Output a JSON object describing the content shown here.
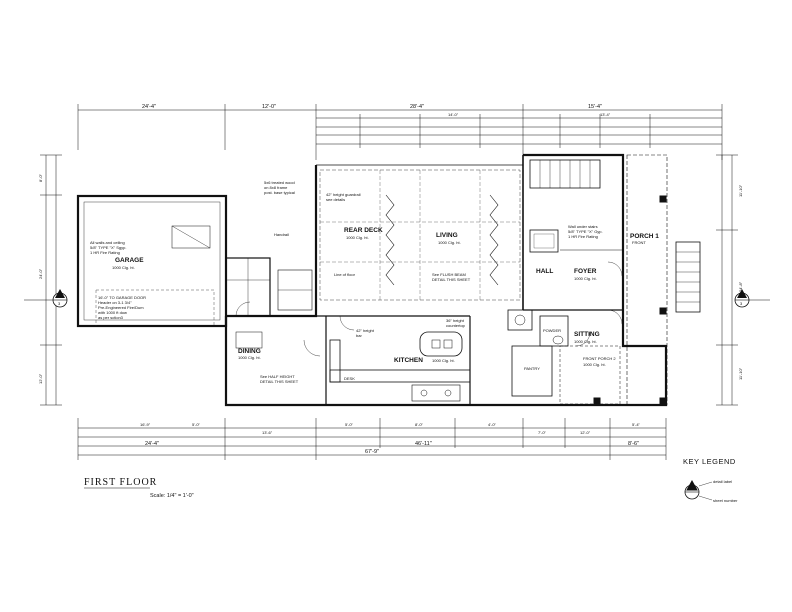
{
  "drawing": {
    "title": "FIRST FLOOR",
    "scale": "Scale: 1/4\" = 1'-0\"",
    "key_legend": "KEY LEGEND",
    "legend_detail": "detail label",
    "legend_sheet": "sheet number"
  },
  "rooms": {
    "garage": "GARAGE",
    "garage_area": "1000 Clg. ht.",
    "rear_deck": "REAR DECK",
    "rear_deck_area": "1000 Clg. ht.",
    "living": "LIVING",
    "living_area": "1000 Clg. ht.",
    "hall": "HALL",
    "foyer": "FOYER",
    "foyer_area": "1000 Clg. ht.",
    "dining": "DINING",
    "dining_area": "1000 Clg. ht.",
    "kitchen": "KITCHEN",
    "kitchen_area": "1000 Clg. ht.",
    "sitting": "SITTING",
    "sitting_area": "1000 Clg. ht.",
    "powder": "POWDER",
    "porch1": "PORCH 1",
    "porch1_sub": "FRONT",
    "porch2": "FRONT PORCH 2",
    "porch2_area": "1000 Clg. ht.",
    "pantry": "PANTRY",
    "desk": "DESK"
  },
  "notes": {
    "garage_door": "16'-0\" TO GARAGE DOOR",
    "garage_door_2": "Header on 3-1 3/4\"",
    "garage_door_3": "Pre-Engineered Fire/Dum",
    "garage_door_4": "with 1000 ft dow",
    "garage_door_5": "as per sction3",
    "garage_walls": "All walls and ceiling",
    "garage_walls_2": "5/8\" TYPE \"X\" Sgyp.",
    "garage_walls_3": "1 HR Fire Rating",
    "treated_wood": "5x6 treated wood",
    "treated_wood_2": "on 8x8 frame",
    "treated_wood_3": "post. base typical",
    "guardrail": "42\" height guardrail",
    "guardrail_2": "see details",
    "stair_wall": "Wall under stairs",
    "stair_wall_2": "5/8\" TYPE \"X\" Gyp.",
    "stair_wall_3": "1 HR Fire Rating",
    "flush_beam": "See FLUSH BEAM",
    "flush_beam_2": "DETAIL THIS SHEET",
    "countertop": "36\" height",
    "countertop_2": "countertop",
    "bar": "42\" height",
    "bar_2": "bar",
    "fireplace": "Line of floor",
    "handrail": "Handrail",
    "see_half_detail": "See HALF HEIGHT",
    "see_half_detail_2": "DETAIL THIS SHEET"
  },
  "dimensions": {
    "top_overall_left": "24'-4\"",
    "top_overall_mid": "12'-0\"",
    "top_overall_right_a": "28'-4\"",
    "top_overall_right_b": "15'-4\"",
    "top_sub_a": "14'-0\"",
    "top_sub_b": "13'-4\"",
    "bottom_overall": "67'-9\"",
    "bottom_a": "24'-4\"",
    "bottom_b": "46'-11\"",
    "bottom_c": "8'-6\"",
    "bottom_sub_a": "16'-9\"",
    "bottom_sub_b": "5'-0\"",
    "bottom_sub_c": "13'-6\"",
    "bottom_sub_d": "5'-0\"",
    "bottom_sub_e": "8'-0\"",
    "bottom_sub_f": "4'-0\"",
    "bottom_sub_g": "7'-0\"",
    "bottom_sub_h": "12'-0\"",
    "bottom_sub_i": "5'-4\"",
    "left_a": "8'-0\"",
    "left_b": "24'-0\"",
    "left_c": "12'-0\"",
    "right_a": "11'-10\"",
    "right_b": "24'-8\"",
    "right_c": "11'-10\""
  },
  "markers": {
    "left_section": "A",
    "right_section": "A",
    "left_sheet": "3",
    "right_sheet": "3"
  },
  "colors": {
    "line": "#111111",
    "hatch": "#333333",
    "dash": "#555555"
  }
}
